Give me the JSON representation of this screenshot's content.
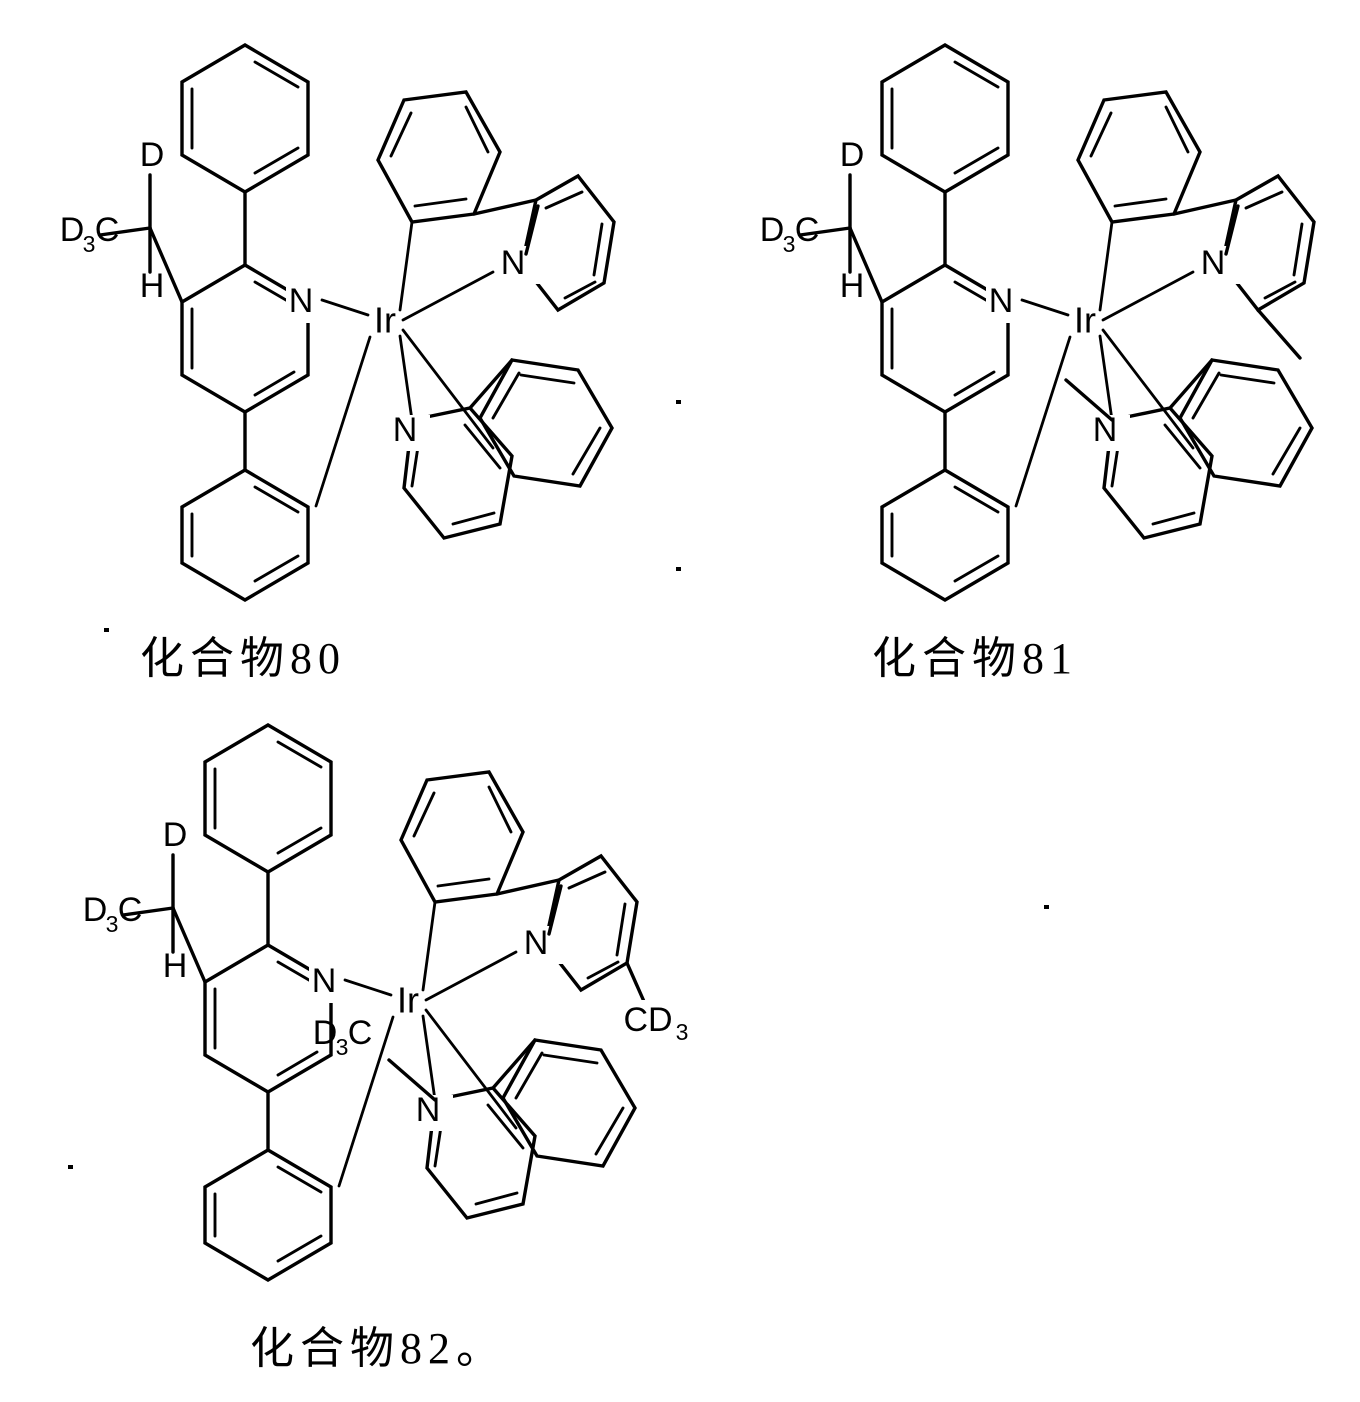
{
  "document": {
    "type": "chemical-structure-figure",
    "language": "zh",
    "description": "Three iridium(III) coordination complex structures with deuterated ligands"
  },
  "structures": [
    {
      "id": "compound-80",
      "caption": "化合物80",
      "metal": "Ir",
      "labels": {
        "d3c": "D",
        "d3c_sub": "3",
        "d3c_c": "C",
        "d_top": "D",
        "h_bottom": "H",
        "n_main": "N",
        "n_ppy_top": "N",
        "n_ppy_bottom": "N"
      },
      "ligands": [
        "4-(1-deuterioethyl-d3)-5-phenyl-2-phenylpyridine (cyclometalated)",
        "2-phenylpyridine (cyclometalated)",
        "2-phenylpyridine (cyclometalated)"
      ]
    },
    {
      "id": "compound-81",
      "caption": "化合物81",
      "metal": "Ir",
      "labels": {
        "d3c": "D",
        "d3c_sub": "3",
        "d3c_c": "C",
        "d_top": "D",
        "h_bottom": "H",
        "n_main": "N",
        "n_ppy_top": "N",
        "n_ppy_bottom": "N"
      },
      "ligands": [
        "4-(1-deuterioethyl-d3)-5-phenyl-2-phenylpyridine (cyclometalated)",
        "6-methyl-2-phenylpyridine (cyclometalated)",
        "6-methyl-2-phenylpyridine (cyclometalated)"
      ]
    },
    {
      "id": "compound-82",
      "caption": "化合物82。",
      "metal": "Ir",
      "labels": {
        "d3c": "D",
        "d3c_sub": "3",
        "d3c_c": "C",
        "d_top": "D",
        "h_bottom": "H",
        "n_main": "N",
        "n_ppy_top": "N",
        "n_ppy_bottom": "N",
        "cd3_right": "CD",
        "cd3_right_sub": "3",
        "cd3_left_d": "D",
        "cd3_left_sub": "3",
        "cd3_left_c": "C"
      },
      "ligands": [
        "4-(1-deuterioethyl-d3)-5-phenyl-2-phenylpyridine (cyclometalated)",
        "6-(methyl-d3)-2-phenylpyridine (cyclometalated)",
        "6-(methyl-d3)-2-phenylpyridine (cyclometalated)"
      ]
    }
  ],
  "colors": {
    "ink": "#000000",
    "background": "#ffffff"
  }
}
